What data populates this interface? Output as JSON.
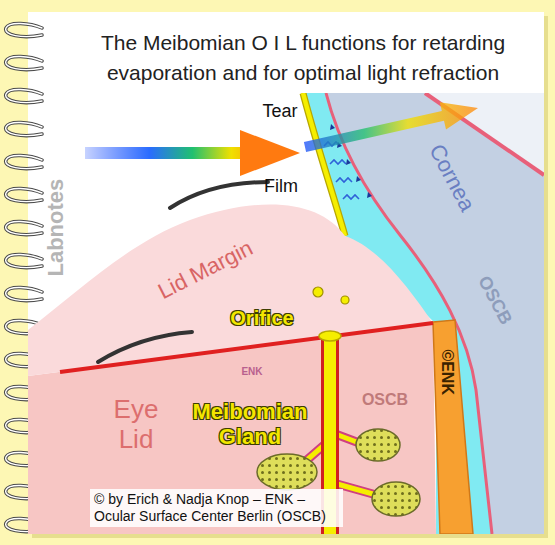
{
  "diagram": {
    "title": "The Meibomian O I L functions for retarding evaporation and for optimal light refraction",
    "caption": "© by Erich & Nadja Knop – ENK – Ocular Surface Center Berlin (OSCB)",
    "labels": [
      "Labnotes",
      "Tear",
      "Film",
      "Cornea",
      "OSCB",
      "Lid Margin",
      "Orifice",
      "ENK",
      "©ENK",
      "OSCB",
      "Eye Lid",
      "Meibomian Gland"
    ]
  }
}
